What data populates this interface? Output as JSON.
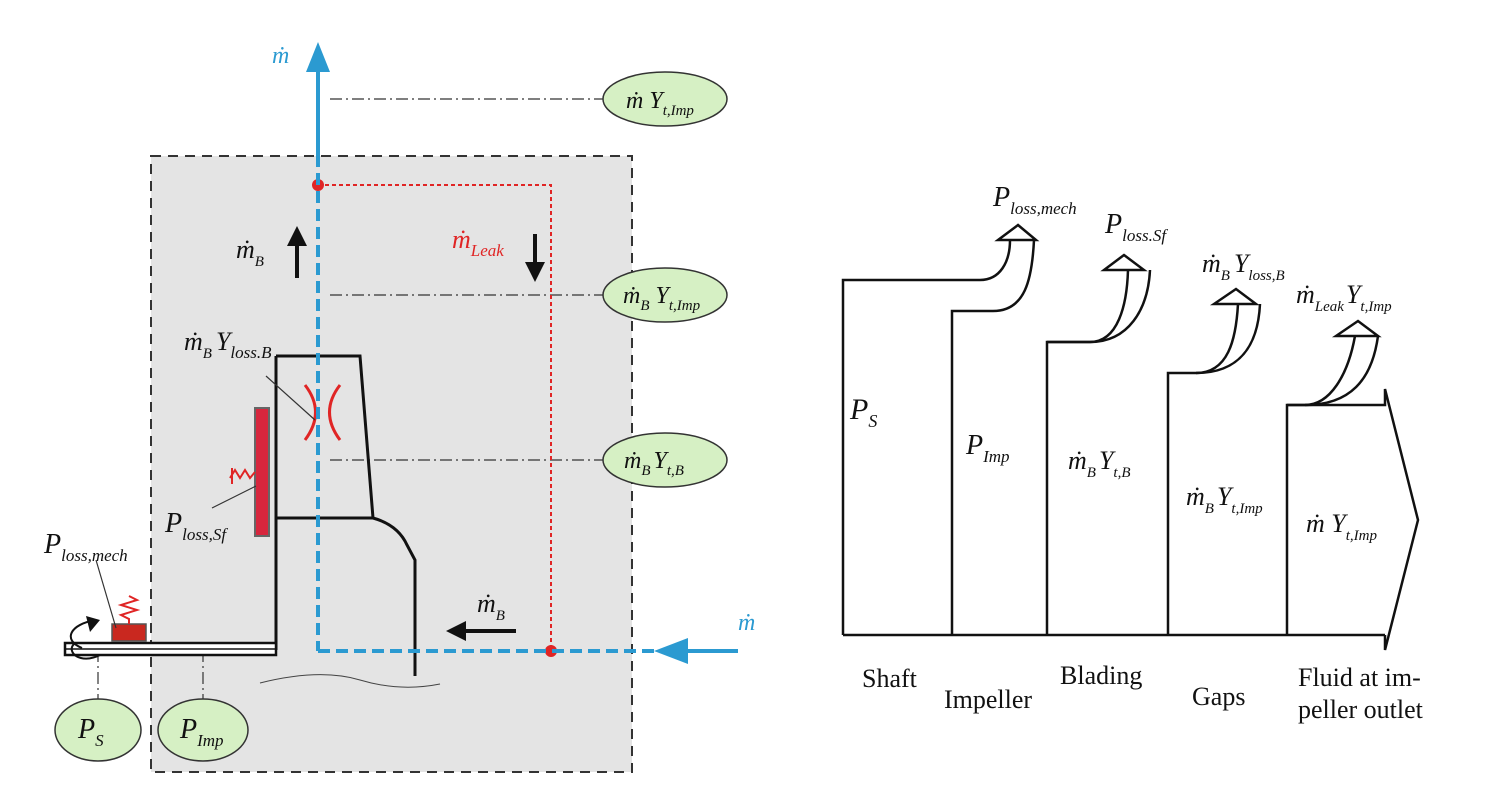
{
  "colors": {
    "flow": "#2b9ad1",
    "leak": "#e02525",
    "bubble": "#d6f0c4",
    "panel": "#e4e4e4"
  },
  "left": {
    "m_top": "ṁ",
    "m_right": "ṁ",
    "bubble_top": {
      "a": "ṁ Y",
      "b": "t,Imp"
    },
    "bubble_mid": {
      "a": "ṁ",
      "b": "B",
      "c": "Y",
      "d": "t,Imp"
    },
    "bubble_low": {
      "a": "ṁ",
      "b": "B",
      "c": "Y",
      "d": "t,B"
    },
    "mB_up": {
      "a": "ṁ",
      "b": "B"
    },
    "mLeak": {
      "a": "ṁ",
      "b": "Leak"
    },
    "mB_loss": {
      "a": "ṁ",
      "b": "B",
      "c": "Y",
      "d": "loss.B"
    },
    "ploss_sf": {
      "a": "P",
      "b": "loss,Sf"
    },
    "ploss_mech": {
      "a": "P",
      "b": "loss,mech"
    },
    "mB_in": {
      "a": "ṁ",
      "b": "B"
    },
    "ps": {
      "a": "P",
      "b": "S"
    },
    "pimp": {
      "a": "P",
      "b": "Imp"
    }
  },
  "right": {
    "ploss_mech": {
      "a": "P",
      "b": "loss,mech"
    },
    "ploss_sf": {
      "a": "P",
      "b": "loss.Sf"
    },
    "mB_loss": {
      "a": "ṁ",
      "b": "B",
      "c": "Y",
      "d": "loss,B"
    },
    "mLeak": {
      "a": "ṁ",
      "b": "Leak",
      "c": "Y",
      "d": "t,Imp"
    },
    "ps": {
      "a": "P",
      "b": "S"
    },
    "pimp": {
      "a": "P",
      "b": "Imp"
    },
    "mB_tB": {
      "a": "ṁ",
      "b": "B",
      "c": "Y",
      "d": "t,B"
    },
    "mB_tImp": {
      "a": "ṁ",
      "b": "B",
      "c": "Y",
      "d": "t,Imp"
    },
    "m_tImp": {
      "a": "ṁ Y",
      "b": "t,Imp"
    },
    "labels": {
      "shaft": "Shaft",
      "impeller": "Impeller",
      "blading": "Blading",
      "gaps": "Gaps",
      "fluid1": "Fluid at im-",
      "fluid2": "peller outlet"
    }
  }
}
